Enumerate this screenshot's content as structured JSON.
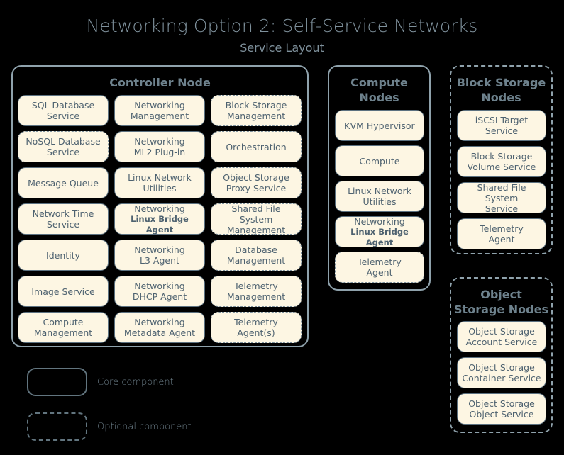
{
  "title": "Networking Option 2: Self-Service Networks",
  "subtitle": "Service Layout",
  "colors": {
    "background": "#000000",
    "box_fill": "#fdf6e3",
    "box_border": "#5c7180",
    "optional_border": "#7b8f9c",
    "title_text": "#7e909b",
    "heading_text": "#6e828d",
    "box_text": "#4e6270"
  },
  "nodes": {
    "controller": {
      "title": "Controller Node",
      "optional": false,
      "columns": [
        [
          {
            "line1": "SQL Database",
            "line2": "Service",
            "optional": false
          },
          {
            "line1": "NoSQL Database",
            "line2": "Service",
            "optional": true
          },
          {
            "line1": "Message Queue",
            "line2": "",
            "optional": false
          },
          {
            "line1": "Network Time",
            "line2": "Service",
            "optional": false
          },
          {
            "line1": "Identity",
            "line2": "",
            "optional": false
          },
          {
            "line1": "Image Service",
            "line2": "",
            "optional": false
          },
          {
            "line1": "Compute",
            "line2": "Management",
            "optional": false
          }
        ],
        [
          {
            "line1": "Networking",
            "line2": "Management",
            "optional": false
          },
          {
            "line1": "Networking",
            "line2": "ML2 Plug-in",
            "optional": false
          },
          {
            "line1": "Linux Network",
            "line2": "Utilities",
            "optional": false
          },
          {
            "line1": "Networking",
            "line2": "Linux Bridge Agent",
            "optional": false,
            "small_second_line": true
          },
          {
            "line1": "Networking",
            "line2": "L3 Agent",
            "optional": false
          },
          {
            "line1": "Networking",
            "line2": "DHCP Agent",
            "optional": false
          },
          {
            "line1": "Networking",
            "line2": "Metadata Agent",
            "optional": false
          }
        ],
        [
          {
            "line1": "Block Storage",
            "line2": "Management",
            "optional": true
          },
          {
            "line1": "Orchestration",
            "line2": "",
            "optional": true
          },
          {
            "line1": "Object Storage",
            "line2": "Proxy Service",
            "optional": true
          },
          {
            "line1": "Shared File System",
            "line2": "Management",
            "optional": true
          },
          {
            "line1": "Database",
            "line2": "Management",
            "optional": true
          },
          {
            "line1": "Telemetry",
            "line2": "Management",
            "optional": true
          },
          {
            "line1": "Telemetry",
            "line2": "Agent(s)",
            "optional": true
          }
        ]
      ]
    },
    "compute": {
      "title_line1": "Compute",
      "title_line2": "Nodes",
      "optional": false,
      "items": [
        {
          "line1": "KVM Hypervisor",
          "line2": "",
          "optional": false
        },
        {
          "line1": "Compute",
          "line2": "",
          "optional": false
        },
        {
          "line1": "Linux Network",
          "line2": "Utilities",
          "optional": false
        },
        {
          "line1": "Networking",
          "line2": "Linux Bridge Agent",
          "optional": false,
          "small_second_line": true
        },
        {
          "line1": "Telemetry",
          "line2": "Agent",
          "optional": true
        }
      ]
    },
    "block_storage": {
      "title_line1": "Block Storage",
      "title_line2": "Nodes",
      "optional": true,
      "items": [
        {
          "line1": "iSCSI Target",
          "line2": "Service",
          "optional": false
        },
        {
          "line1": "Block Storage",
          "line2": "Volume Service",
          "optional": false
        },
        {
          "line1": "Shared File System",
          "line2": "Service",
          "optional": false
        },
        {
          "line1": "Telemetry",
          "line2": "Agent",
          "optional": false
        }
      ]
    },
    "object_storage": {
      "title_line1": "Object",
      "title_line2": "Storage Nodes",
      "optional": true,
      "items": [
        {
          "line1": "Object Storage",
          "line2": "Account Service",
          "optional": false
        },
        {
          "line1": "Object Storage",
          "line2": "Container Service",
          "optional": false
        },
        {
          "line1": "Object Storage",
          "line2": "Object Service",
          "optional": false
        }
      ]
    }
  },
  "legend": {
    "core_label": "Core component",
    "optional_label": "Optional component"
  }
}
